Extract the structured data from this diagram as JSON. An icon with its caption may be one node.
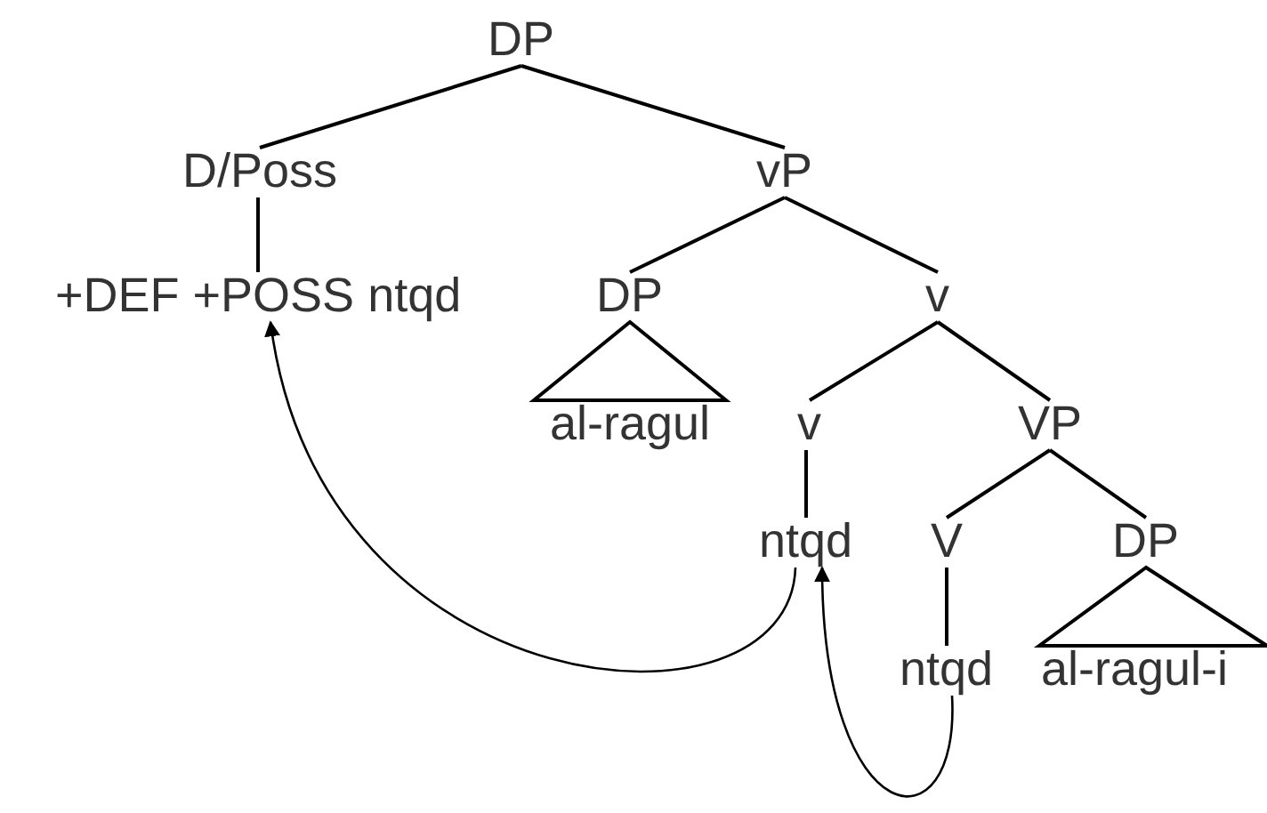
{
  "diagram": {
    "nodes": [
      {
        "text": [
          "DP"
        ]
      },
      {
        "text": [
          "D/Poss"
        ]
      },
      {
        "text": [
          "vP"
        ]
      },
      {
        "text": [
          "+DEF +POSS ntqd"
        ]
      },
      {
        "text": [
          "DP"
        ]
      },
      {
        "text": [
          "v"
        ]
      },
      {
        "text": [
          "al-ragul"
        ]
      },
      {
        "text": [
          "v"
        ]
      },
      {
        "text": [
          "VP"
        ]
      },
      {
        "text": [
          "ntqd"
        ]
      },
      {
        "text": [
          "V"
        ]
      },
      {
        "text": [
          "DP"
        ]
      },
      {
        "text": [
          "ntqd"
        ]
      },
      {
        "text": [
          "al-ragul-i"
        ]
      }
    ],
    "edges": [
      {
        "from": 0,
        "to": 1,
        "arrow": "none"
      },
      {
        "from": 0,
        "to": 2,
        "arrow": "none"
      },
      {
        "from": 1,
        "to": 3,
        "arrow": "none"
      },
      {
        "from": 2,
        "to": 4,
        "arrow": "none"
      },
      {
        "from": 2,
        "to": 5,
        "arrow": "none"
      },
      {
        "from": 4,
        "to": 6,
        "arrow": "none"
      },
      {
        "from": 5,
        "to": 7,
        "arrow": "none"
      },
      {
        "from": 5,
        "to": 8,
        "arrow": "none"
      },
      {
        "from": 7,
        "to": 9,
        "arrow": "none"
      },
      {
        "from": 8,
        "to": 10,
        "arrow": "none"
      },
      {
        "from": 8,
        "to": 11,
        "arrow": "none"
      },
      {
        "from": 10,
        "to": 12,
        "arrow": "none"
      },
      {
        "from": 11,
        "to": 13,
        "arrow": "none"
      },
      {
        "from": 9,
        "to": 3,
        "arrow": "to"
      },
      {
        "from": 12,
        "to": 9,
        "arrow": "to"
      }
    ]
  }
}
